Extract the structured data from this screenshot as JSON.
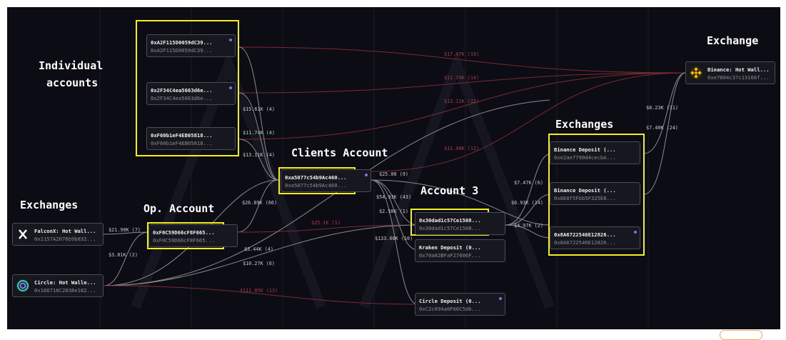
{
  "colors": {
    "canvas_bg": "#0c0d14",
    "highlight": "#f2ef1c",
    "edge_white": "#c8c8cc",
    "edge_red": "#7a2a33",
    "node_dot": "#8d6be8"
  },
  "labels": {
    "individual_accounts_l1": "Individual",
    "individual_accounts_l2": "accounts",
    "exchange": "Exchange",
    "exchanges_left": "Exchanges",
    "op_account": "Op. Account",
    "clients_account": "Clients Account",
    "account3": "Account 3",
    "exchanges_right": "Exchanges"
  },
  "nodes": {
    "acc1": {
      "name": "0xA2F115D0059dC39...",
      "addr": "0xA2F115D0059dC39..."
    },
    "acc2": {
      "name": "0x2F34C4ea5663d6e...",
      "addr": "0x2F34C4ea5663d6e..."
    },
    "acc3": {
      "name": "0xF60b1eF4EB05818...",
      "addr": "0xF60b1eF4EB05818..."
    },
    "clients": {
      "name": "0xa5077c54b9Ac460...",
      "addr": "0xa5077c54b9Ac460..."
    },
    "falconx": {
      "name": "FalconX: Hot Wall...",
      "addr": "0x1157A2076b9b832..."
    },
    "circle_hot": {
      "name": "Circle: Hot Walle...",
      "addr": "0x166716C2838e182..."
    },
    "op": {
      "name": "0xF0C59D66cF8F665...",
      "addr": "0xF0C59D66cF8F665..."
    },
    "acct3": {
      "name": "0x30dad1c57Ce1508...",
      "addr": "0x30dad1c57Ce1508..."
    },
    "kraken": {
      "name": "Kraken Deposit (0...",
      "addr": "0x70a82BFaF27606F..."
    },
    "circle_dep": {
      "name": "Circle Deposit (0...",
      "addr": "0xC2c694a0F66C5db..."
    },
    "bin_dep1": {
      "name": "Binance Deposit (...",
      "addr": "0xe2ae7790d4cecbA..."
    },
    "bin_dep2": {
      "name": "Binance Deposit (...",
      "addr": "0x8E8f5Fbb5F325E8..."
    },
    "bin_dep3": {
      "name": "0x8A6722546E12826...",
      "addr": "0x8A6722546E12826..."
    },
    "binance_hot": {
      "name": "Binance: Hot Wall...",
      "addr": "0xe7804c37c13166f..."
    }
  },
  "edge_labels": {
    "e1": "$17.47K (19)",
    "e2": "$11.74K (14)",
    "e3": "$13.11K (12)",
    "e4": "$11.98K (12)",
    "e5": "$15.61K (4)",
    "e6": "$11.74K (4)",
    "e7": "$13.11K (4)",
    "e8": "$26.89K (66)",
    "e9": "$25.00 (9)",
    "e10": "$54.93K (43)",
    "e11": "$2.58K (1)",
    "e12": "$25.1K (1)",
    "e13": "$133.00K (10)",
    "e14": "$21.90K (7)",
    "e15": "$3.01K (2)",
    "e16": "$3.44K (4)",
    "e17": "$10.27K (6)",
    "e18": "$111.05K (13)",
    "e19": "$7.47K (6)",
    "e20": "$6.93K (14)",
    "e21": "$4.97K (2)",
    "e22": "$8.23K (11)",
    "e23": "$7.40K (24)"
  }
}
